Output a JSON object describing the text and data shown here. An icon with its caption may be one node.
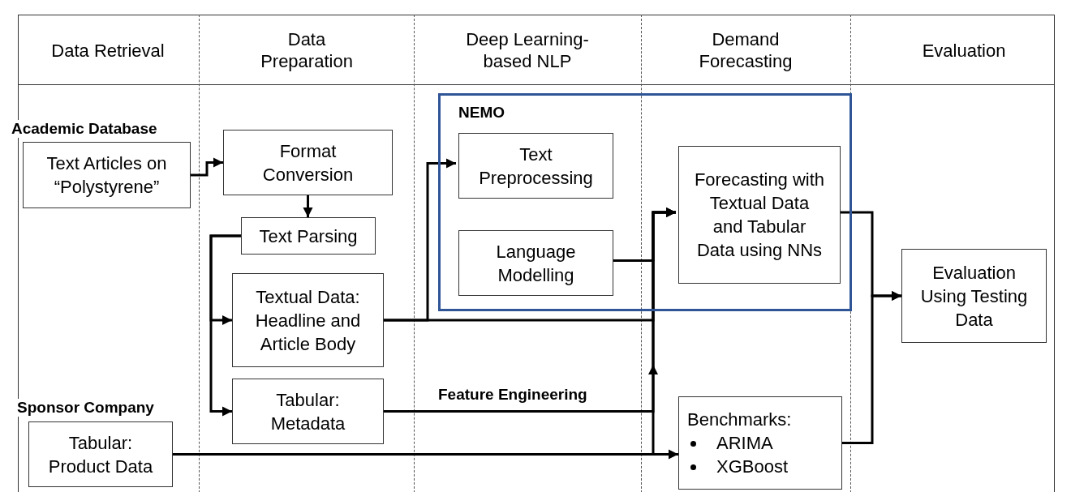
{
  "diagram": {
    "nodes": [
      {
        "text": [
          "Academic Database",
          "Text Articles on “Polystyrene”"
        ]
      },
      {
        "text": [
          "Format Conversion"
        ]
      },
      {
        "text": [
          "Text Parsing"
        ]
      },
      {
        "text": [
          "Textual Data: Headline and Article Body"
        ]
      },
      {
        "text": [
          "Tabular: Metadata"
        ]
      },
      {
        "text": [
          "Sponsor Company",
          "Tabular: Product Data"
        ]
      },
      {
        "text": [
          "NEMO"
        ]
      },
      {
        "text": [
          "Text Preprocessing"
        ],
        "in": 6
      },
      {
        "text": [
          "Language Modelling"
        ],
        "in": 6
      },
      {
        "text": [
          "Forecasting with Textual Data and Tabular Data using NNs"
        ],
        "in": 6
      },
      {
        "text": [
          "Benchmarks:",
          "ARIMA",
          "XGBoost"
        ]
      },
      {
        "text": [
          "Evaluation Using Testing Data"
        ]
      }
    ],
    "edges": [
      {
        "from": 0,
        "to": 1,
        "arrow": "to"
      },
      {
        "from": 1,
        "to": 2,
        "arrow": "to"
      },
      {
        "from": 2,
        "to": 3,
        "arrow": "to"
      },
      {
        "from": 2,
        "to": 4,
        "arrow": "to"
      },
      {
        "from": 3,
        "to": 7,
        "arrow": "to"
      },
      {
        "from": 3,
        "to": 9,
        "arrow": "to"
      },
      {
        "from": 8,
        "to": 9,
        "arrow": "to"
      },
      {
        "from": 4,
        "to": 9,
        "arrow": "to",
        "label": "Feature Engineering"
      },
      {
        "from": 5,
        "to": 9,
        "arrow": "to"
      },
      {
        "from": 5,
        "to": 10,
        "arrow": "to"
      },
      {
        "from": 9,
        "to": 11,
        "arrow": "to"
      },
      {
        "from": 10,
        "to": 11,
        "arrow": "to"
      }
    ],
    "labels": [
      "Data Retrieval",
      "Data Preparation",
      "Deep Learning-based NLP",
      "Demand Forecasting",
      "Evaluation"
    ]
  }
}
